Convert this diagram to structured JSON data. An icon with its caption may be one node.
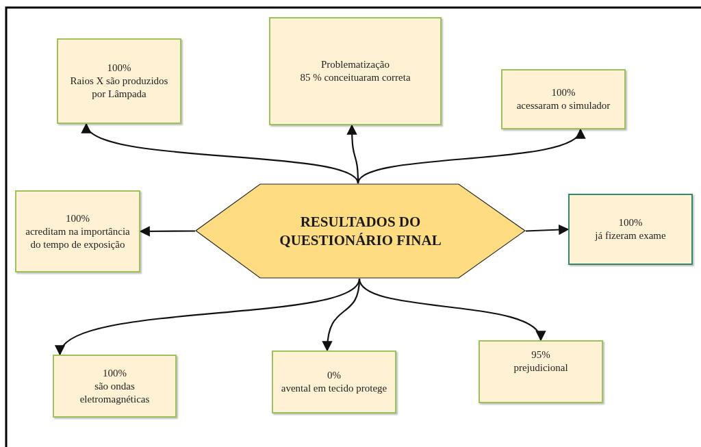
{
  "diagram": {
    "nodes": [
      {
        "text": [
          "RESULTADOS DO QUESTIONÁRIO FINAL"
        ]
      },
      {
        "text": [
          "100%",
          "Raios X são produzidos por Lâmpada"
        ]
      },
      {
        "text": [
          "Problematização",
          "85 % conceituaram correta"
        ]
      },
      {
        "text": [
          "100%",
          "acessaram o simulador"
        ]
      },
      {
        "text": [
          "100%",
          "acreditam na importância do tempo de exposição"
        ]
      },
      {
        "text": [
          "100%",
          "já fizeram exame"
        ]
      },
      {
        "text": [
          "100%",
          "são ondas eletromagnéticas"
        ]
      },
      {
        "text": [
          "0%",
          "avental em tecido protege"
        ]
      },
      {
        "text": [
          "95%",
          "prejudicional"
        ]
      }
    ],
    "edges": [
      {
        "from": 0,
        "to": 1,
        "arrow": "to"
      },
      {
        "from": 0,
        "to": 2,
        "arrow": "to"
      },
      {
        "from": 0,
        "to": 3,
        "arrow": "to"
      },
      {
        "from": 0,
        "to": 4,
        "arrow": "to"
      },
      {
        "from": 0,
        "to": 5,
        "arrow": "to"
      },
      {
        "from": 0,
        "to": 6,
        "arrow": "to"
      },
      {
        "from": 0,
        "to": 7,
        "arrow": "to"
      },
      {
        "from": 0,
        "to": 8,
        "arrow": "to"
      }
    ]
  }
}
